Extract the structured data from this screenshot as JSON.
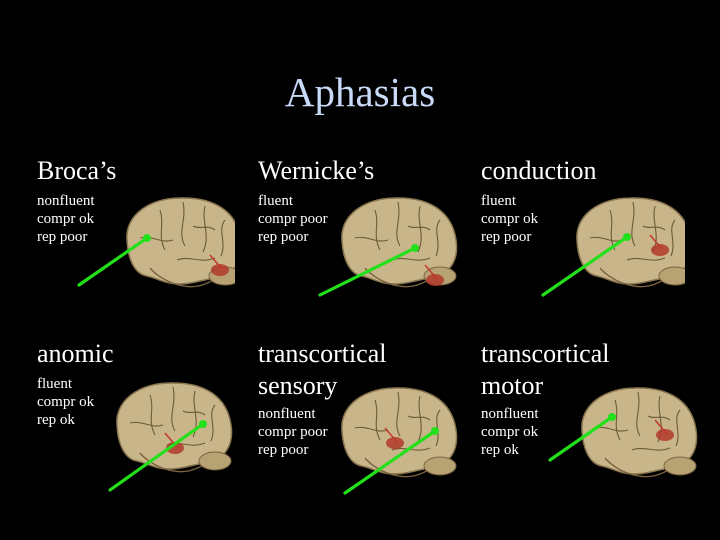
{
  "slide": {
    "title": "Aphasias",
    "colors": {
      "background": "#000000",
      "title": "#c9daf8",
      "text": "#ffffff",
      "arrow": "#22e01a",
      "brain": "#c8b68a",
      "lesion": "#b23a2b"
    },
    "cells": [
      {
        "heading": [
          "Broca’s"
        ],
        "lines": [
          "nonfluent",
          "compr ok",
          "rep poor"
        ]
      },
      {
        "heading": [
          "Wernicke’s"
        ],
        "lines": [
          "fluent",
          "compr poor",
          "rep poor"
        ]
      },
      {
        "heading": [
          "conduction"
        ],
        "lines": [
          "fluent",
          "compr ok",
          "rep poor"
        ]
      },
      {
        "heading": [
          "anomic"
        ],
        "lines": [
          "fluent",
          "compr ok",
          "rep ok"
        ]
      },
      {
        "heading": [
          "transcortical",
          "sensory"
        ],
        "lines": [
          "nonfluent",
          "compr poor",
          "rep poor"
        ]
      },
      {
        "heading": [
          "transcortical",
          "motor"
        ],
        "lines": [
          "nonfluent",
          "compr ok",
          "rep ok"
        ]
      }
    ]
  }
}
